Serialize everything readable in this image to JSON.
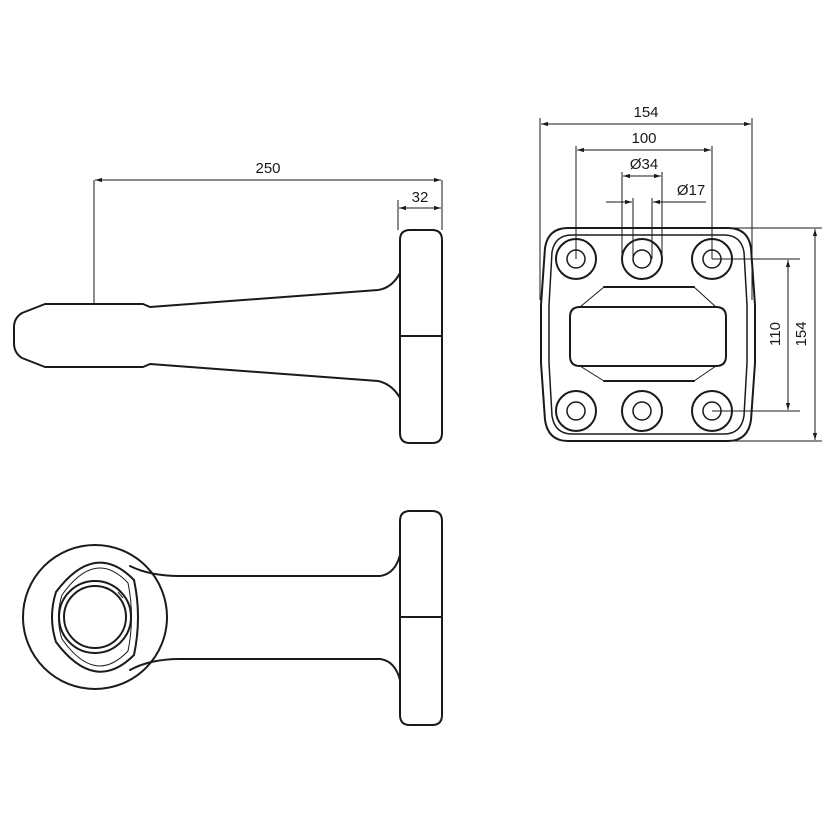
{
  "drawing": {
    "dimensions": {
      "overall_length": "250",
      "flange_thickness": "32",
      "plate_width": "154",
      "hole_spacing_horizontal": "100",
      "hole_diameter_outer": "Ø34",
      "hole_diameter_inner": "Ø17",
      "hole_spacing_vertical": "110",
      "plate_height": "154"
    },
    "colors": {
      "line": "#1a1a1a",
      "background": "#ffffff"
    }
  }
}
